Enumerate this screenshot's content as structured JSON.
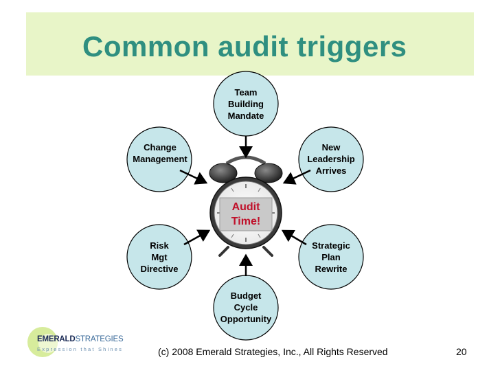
{
  "slide": {
    "title": "Common audit triggers",
    "center": {
      "line1": "Audit",
      "line2": "Time!"
    },
    "nodes": [
      {
        "id": "team",
        "lines": [
          "Team",
          "Building",
          "Mandate"
        ]
      },
      {
        "id": "leadership",
        "lines": [
          "New",
          "Leadership",
          "Arrives"
        ]
      },
      {
        "id": "strategic",
        "lines": [
          "Strategic",
          "Plan",
          "Rewrite"
        ]
      },
      {
        "id": "budget",
        "lines": [
          "Budget",
          "Cycle",
          "Opportunity"
        ]
      },
      {
        "id": "risk",
        "lines": [
          "Risk",
          "Mgt",
          "Directive"
        ]
      },
      {
        "id": "change",
        "lines": [
          "Change",
          "Management"
        ]
      }
    ],
    "footer": "(c) 2008 Emerald Strategies, Inc., All Rights Reserved",
    "page_number": "20"
  },
  "logo": {
    "word_bold": "EMERALD",
    "word_light": "STRATEGIES",
    "tagline": "Expression that Shines"
  },
  "colors": {
    "title": "#2f8f80",
    "title_band": "#e8f5c8",
    "node_fill": "#c6e6ea",
    "audit_text": "#c0102a"
  }
}
